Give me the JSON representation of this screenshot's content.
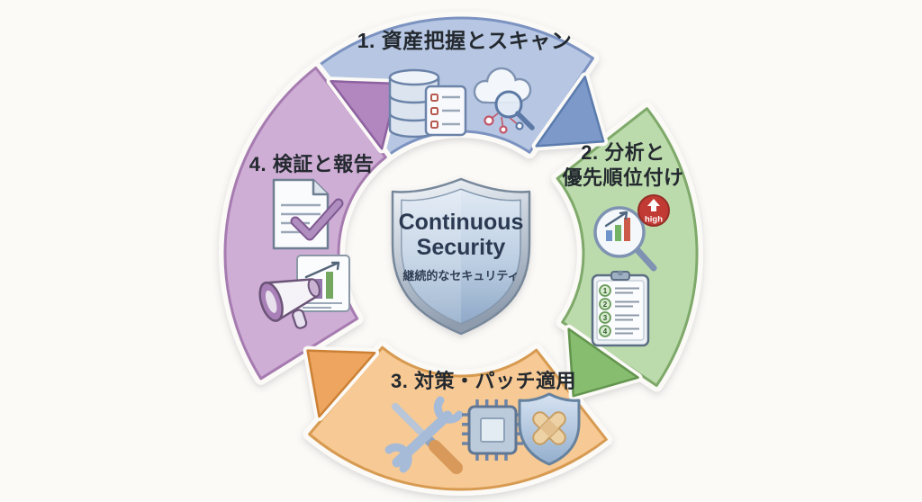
{
  "diagram": {
    "type": "cycle-diagram",
    "background": "#fbfaf7",
    "center": {
      "title_lines": [
        "Continuous",
        "Security"
      ],
      "subtitle": "継続的なセキュリティ",
      "shield_colors": {
        "rim": "#aebbca",
        "face_top": "#e0e9f4",
        "face_bottom": "#8fa9c8",
        "text": "#2b3a52"
      }
    },
    "stages": [
      {
        "id": 1,
        "lines": [
          "1. 資産把握とスキャン"
        ],
        "fill": "#b7c7e3",
        "border": "#7b93c1",
        "arrow": "#7d99c9",
        "icons": [
          "database-icon",
          "checklist-panel-icon",
          "cloud-icon",
          "search-magnifier-icon",
          "network-nodes-icon"
        ]
      },
      {
        "id": 2,
        "lines": [
          "2. 分析と",
          "優先順位付け"
        ],
        "fill": "#bcdbac",
        "border": "#7fa96a",
        "arrow": "#86bd6e",
        "badge_label": "high",
        "priority_numbers": [
          "1",
          "2",
          "3",
          "4"
        ],
        "icons": [
          "analysis-magnifier-icon",
          "high-priority-badge",
          "priority-clipboard-icon"
        ]
      },
      {
        "id": 3,
        "lines": [
          "3. 対策・パッチ適用"
        ],
        "fill": "#f7c994",
        "border": "#d79a51",
        "arrow": "#eda55f",
        "icons": [
          "tools-icon",
          "chip-icon",
          "patch-shield-icon"
        ]
      },
      {
        "id": 4,
        "lines": [
          "4. 検証と報告"
        ],
        "fill": "#cfaed6",
        "border": "#a67cb0",
        "arrow": "#b287bf",
        "icons": [
          "verified-report-icon",
          "chart-report-icon",
          "megaphone-icon"
        ]
      }
    ]
  }
}
